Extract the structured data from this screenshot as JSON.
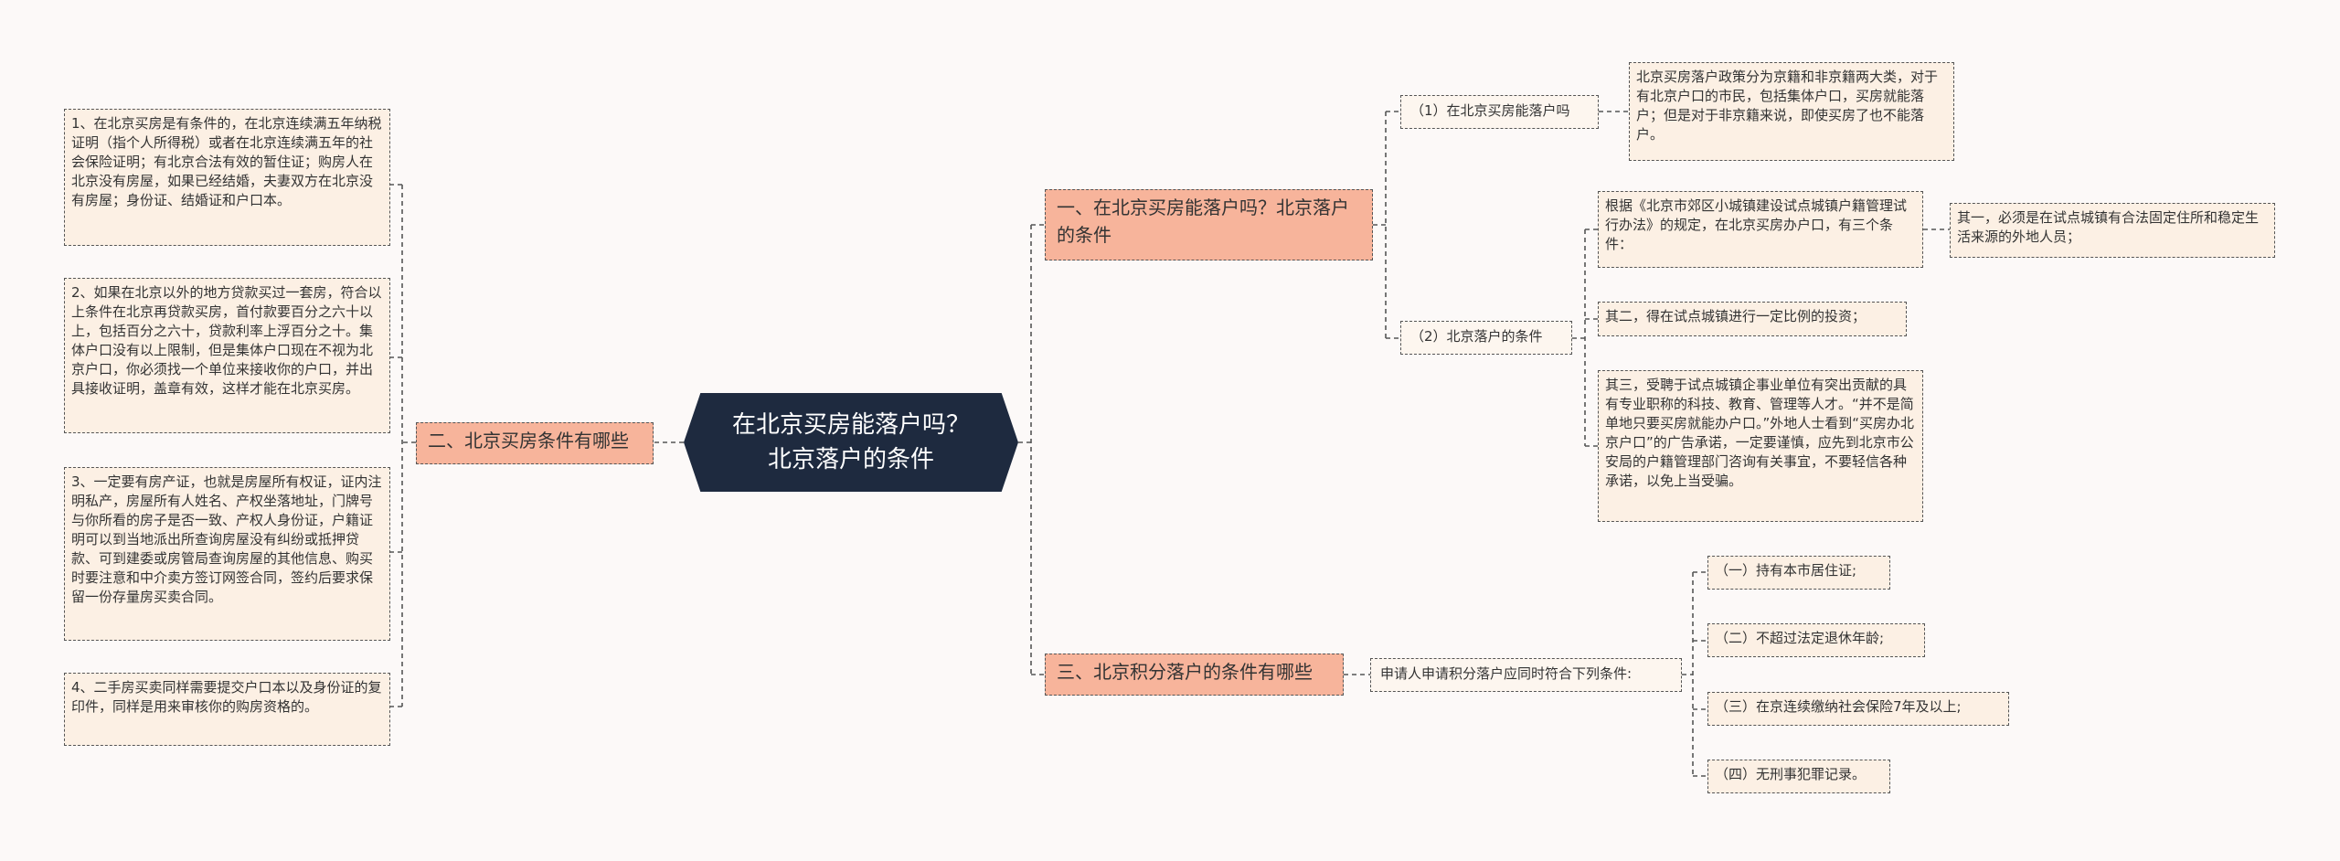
{
  "root": {
    "title": "在北京买房能落户吗？北京落户的条件"
  },
  "left": {
    "branch": "二、北京买房条件有哪些",
    "items": [
      "1、在北京买房是有条件的，在北京连续满五年纳税证明（指个人所得税）或者在北京连续满五年的社会保险证明；有北京合法有效的暂住证；购房人在北京没有房屋，如果已经结婚，夫妻双方在北京没有房屋；身份证、结婚证和户口本。",
      "2、如果在北京以外的地方贷款买过一套房，符合以上条件在北京再贷款买房，首付款要百分之六十以上，包括百分之六十，贷款利率上浮百分之十。集体户口没有以上限制，但是集体户口现在不视为北京户口，你必须找一个单位来接收你的户口，并出具接收证明，盖章有效，这样才能在北京买房。",
      "3、一定要有房产证，也就是房屋所有权证，证内注明私产，房屋所有人姓名、产权坐落地址，门牌号与你所看的房子是否一致、产权人身份证，户籍证明可以到当地派出所查询房屋没有纠纷或抵押贷款、可到建委或房管局查询房屋的其他信息、购买时要注意和中介卖方签订网签合同，签约后要求保留一份存量房买卖合同。",
      "4、二手房买卖同样需要提交户口本以及身份证的复印件，同样是用来审核你的购房资格的。"
    ]
  },
  "right1": {
    "branch": "一、在北京买房能落户吗？北京落户的条件",
    "sub1": {
      "label": "（1）在北京买房能落户吗",
      "text": "北京买房落户政策分为京籍和非京籍两大类，对于有北京户口的市民，包括集体户口，买房就能落户；但是对于非京籍来说，即使买房了也不能落户。"
    },
    "sub2": {
      "label": "（2）北京落户的条件",
      "intro": "根据《北京市郊区小城镇建设试点城镇户籍管理试行办法》的规定，在北京买房办户口，有三个条件：",
      "first": "其一，必须是在试点城镇有合法固定住所和稳定生活来源的外地人员；",
      "second": "其二，得在试点城镇进行一定比例的投资；",
      "third": "其三，受聘于试点城镇企事业单位有突出贡献的具有专业职称的科技、教育、管理等人才。“并不是简单地只要买房就能办户口。”外地人士看到“买房办北京户口”的广告承诺，一定要谨慎，应先到北京市公安局的户籍管理部门咨询有关事宜，不要轻信各种承诺，以免上当受骗。"
    }
  },
  "right3": {
    "branch": "三、北京积分落户的条件有哪些",
    "intro": "申请人申请积分落户应同时符合下列条件:",
    "items": [
      "（一）持有本市居住证;",
      "（二）不超过法定退休年龄;",
      "（三）在京连续缴纳社会保险7年及以上;",
      "（四）无刑事犯罪记录。"
    ]
  },
  "colors": {
    "root_bg": "#1e2a3f",
    "branch_bg": "#f7b49b",
    "leaf_bg": "#fcf0e4",
    "line": "#555555",
    "page_bg": "#fcf9f8"
  }
}
